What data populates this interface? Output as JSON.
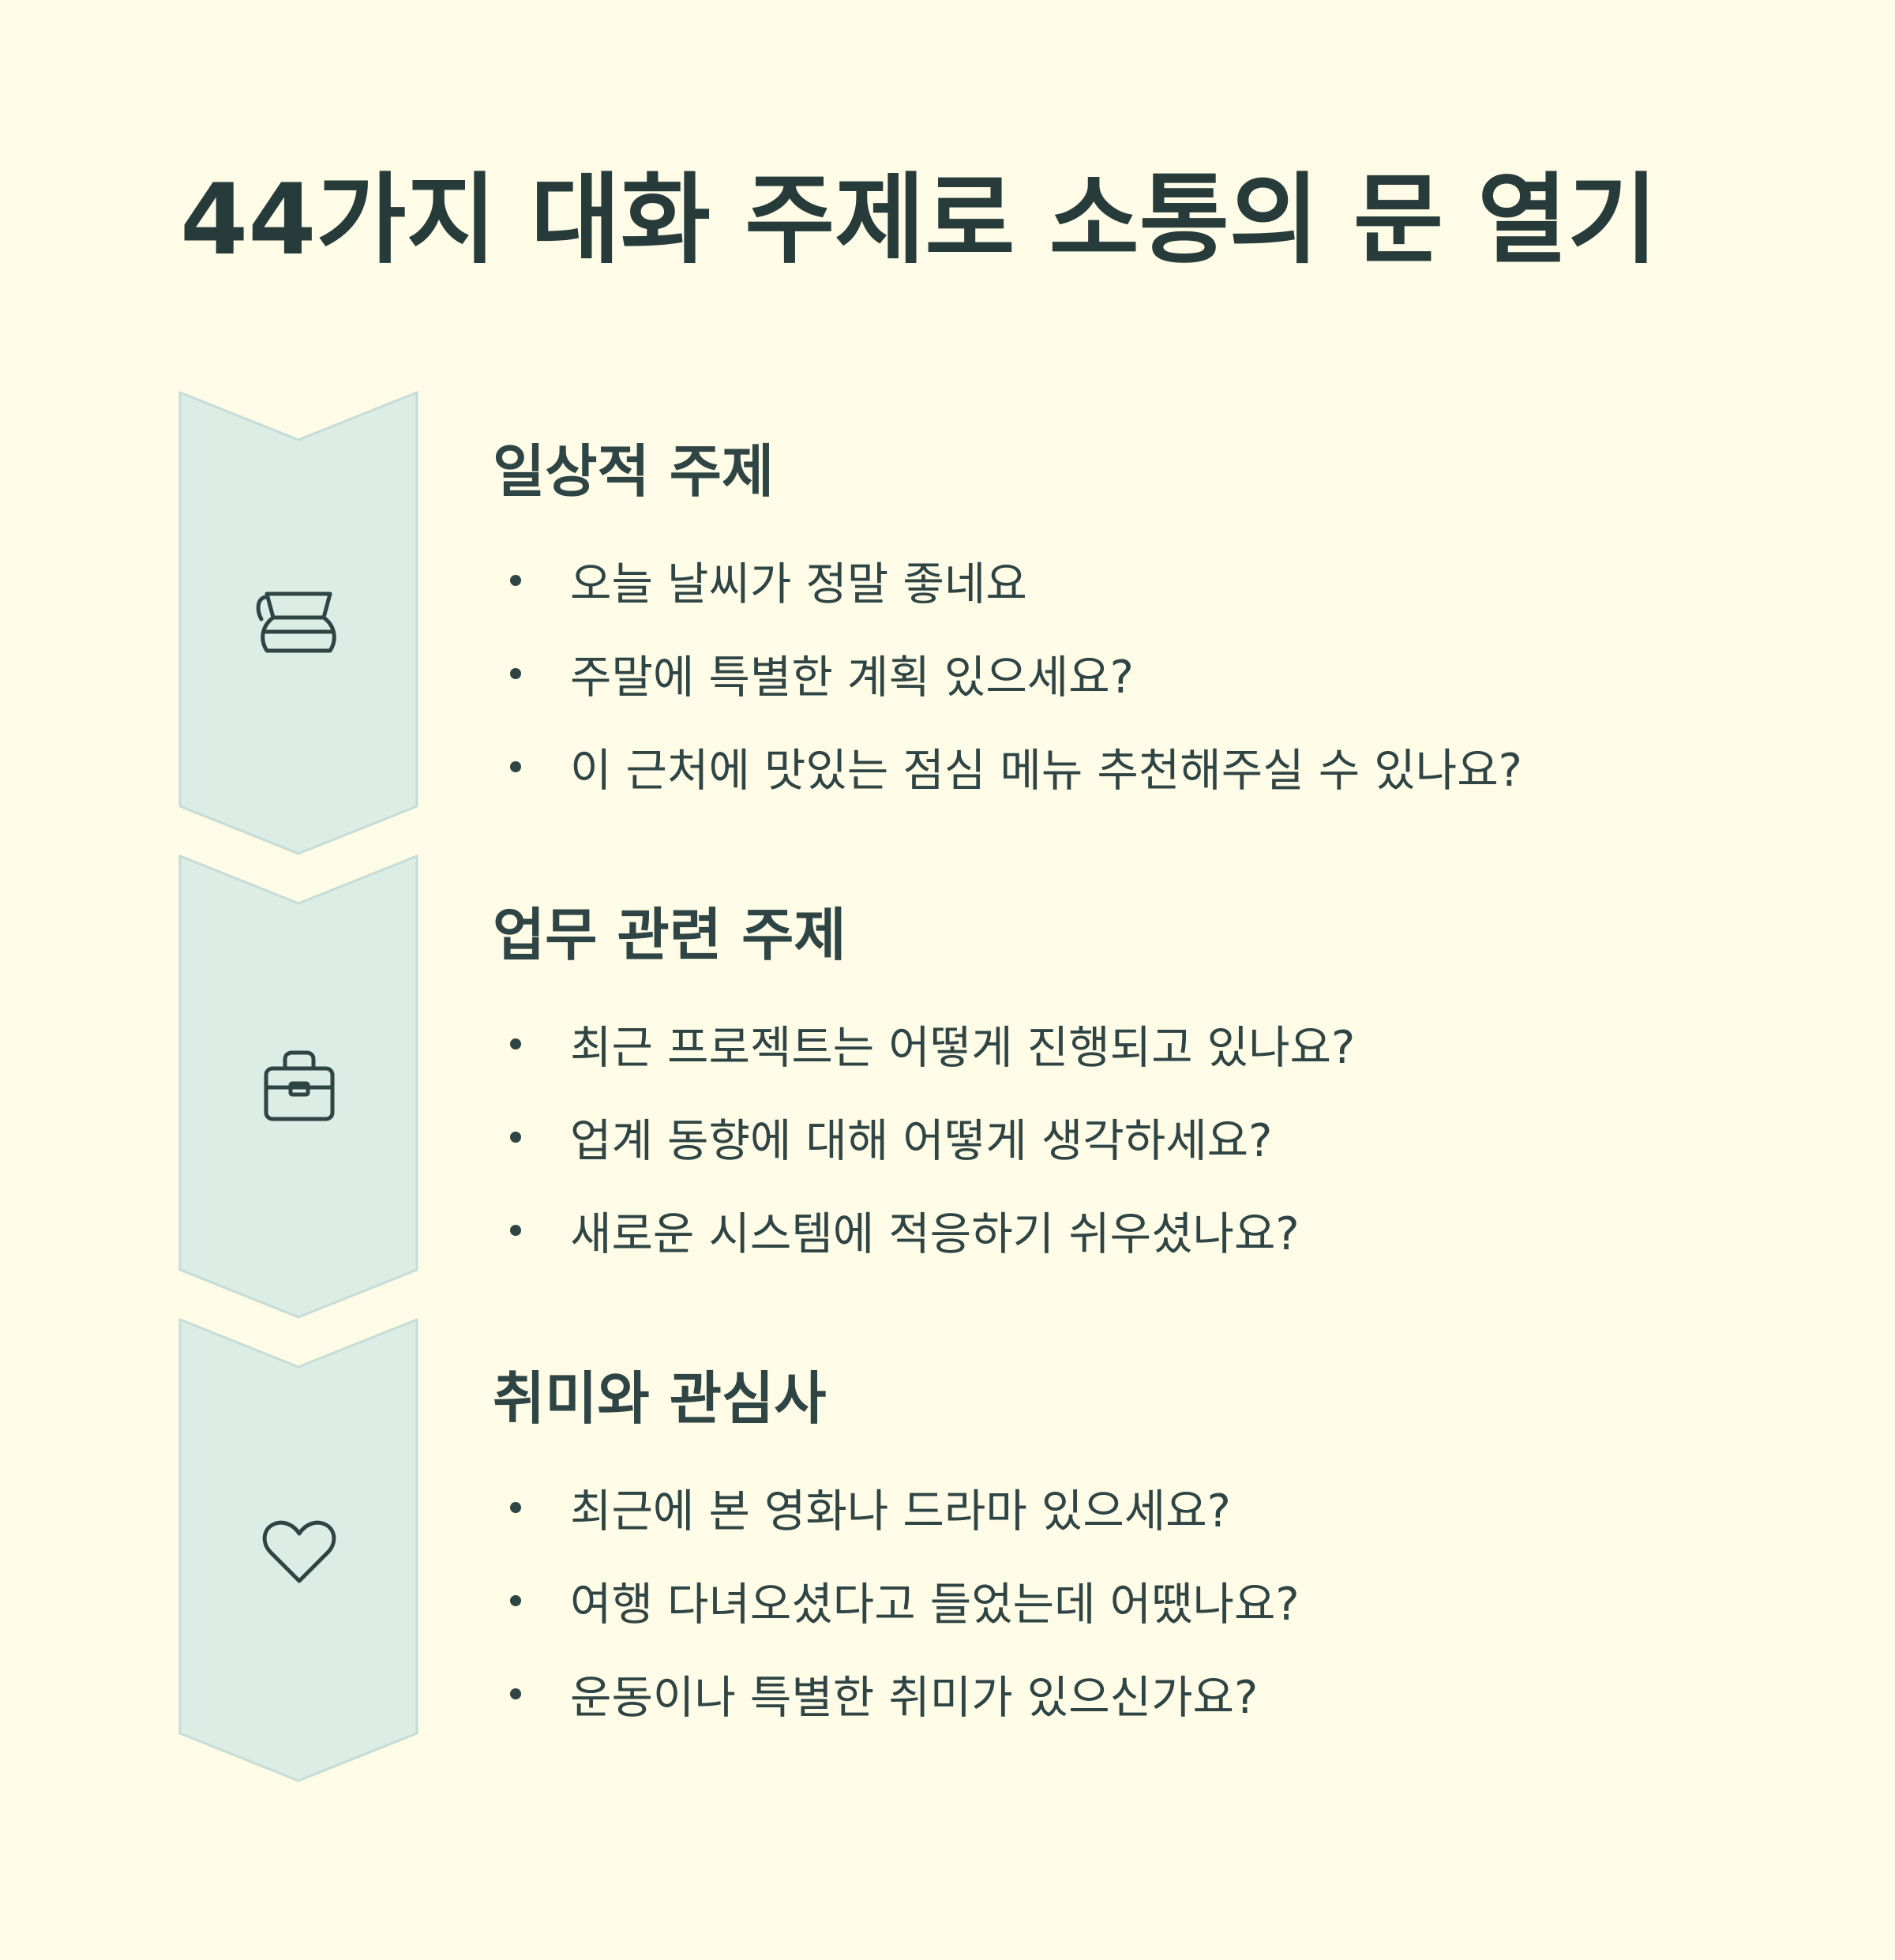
{
  "title": "44가지 대화 주제로 소통의 문 열기",
  "colors": {
    "background": "#fefce6",
    "chevron_fill": "#dcede5",
    "chevron_stroke": "#c6dcd6",
    "text": "#2f4444"
  },
  "sections": [
    {
      "icon": "coffee-pot-icon",
      "title": "일상적 주제",
      "items": [
        "오늘 날씨가 정말 좋네요",
        "주말에 특별한 계획 있으세요?",
        "이 근처에 맛있는 점심 메뉴 추천해주실 수 있나요?"
      ]
    },
    {
      "icon": "briefcase-icon",
      "title": "업무 관련 주제",
      "items": [
        "최근 프로젝트는 어떻게 진행되고 있나요?",
        "업계 동향에 대해 어떻게 생각하세요?",
        "새로운 시스템에 적응하기 쉬우셨나요?"
      ]
    },
    {
      "icon": "heart-icon",
      "title": "취미와 관심사",
      "items": [
        "최근에 본 영화나 드라마 있으세요?",
        "여행 다녀오셨다고 들었는데 어땠나요?",
        "운동이나 특별한 취미가 있으신가요?"
      ]
    }
  ]
}
